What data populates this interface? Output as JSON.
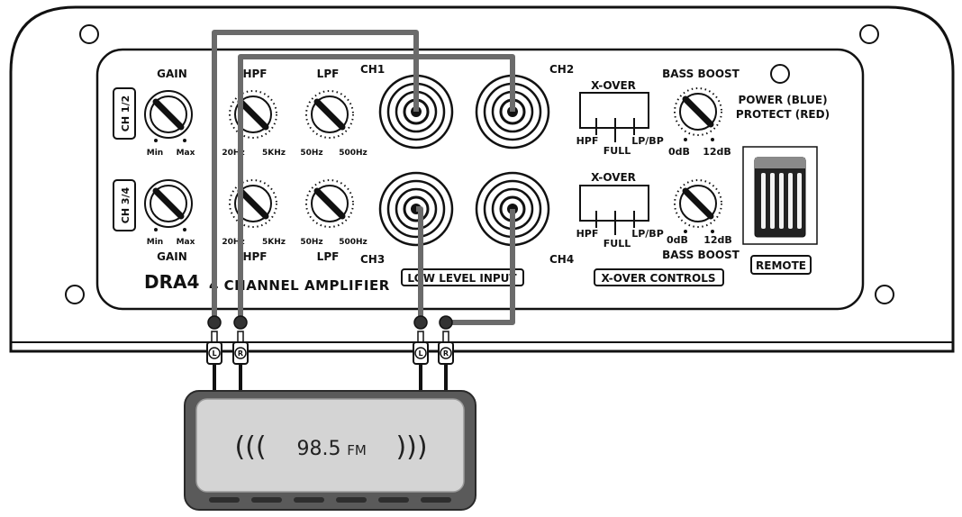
{
  "amplifier": {
    "model": "DRA4",
    "subtitle": "4 CHANNEL AMPLIFIER",
    "channel_groups": [
      "CH 1/2",
      "CH 3/4"
    ],
    "knobs": {
      "gain": "GAIN",
      "hpf": "HPF",
      "lpf": "LPF",
      "min": "Min",
      "max": "Max",
      "hpf_low": "20Hz",
      "hpf_high": "5KHz",
      "lpf_low": "50Hz",
      "lpf_high": "500Hz",
      "bass_boost": "BASS BOOST",
      "bb_low": "0dB",
      "bb_high": "12dB"
    },
    "inputs": {
      "ch1": "CH1",
      "ch2": "CH2",
      "ch3": "CH3",
      "ch4": "CH4",
      "section_label": "LOW LEVEL INPUT"
    },
    "xover": {
      "title": "X-OVER",
      "hpf": "HPF",
      "full": "FULL",
      "lpbp": "LP/BP",
      "section_label": "X-OVER CONTROLS"
    },
    "power_label": "POWER (BLUE)",
    "protect_label": "PROTECT (RED)",
    "remote_label": "REMOTE"
  },
  "plugs": {
    "left": "L",
    "right": "R"
  },
  "head_unit": {
    "open_waves": "(((",
    "frequency": "98.5",
    "band": "FM",
    "close_waves": ")))"
  },
  "colors": {
    "cable": "#6b6b6b",
    "body_fill": "#ffffff",
    "radio_outer": "#5a5a5a",
    "radio_screen": "#d4d4d4"
  }
}
